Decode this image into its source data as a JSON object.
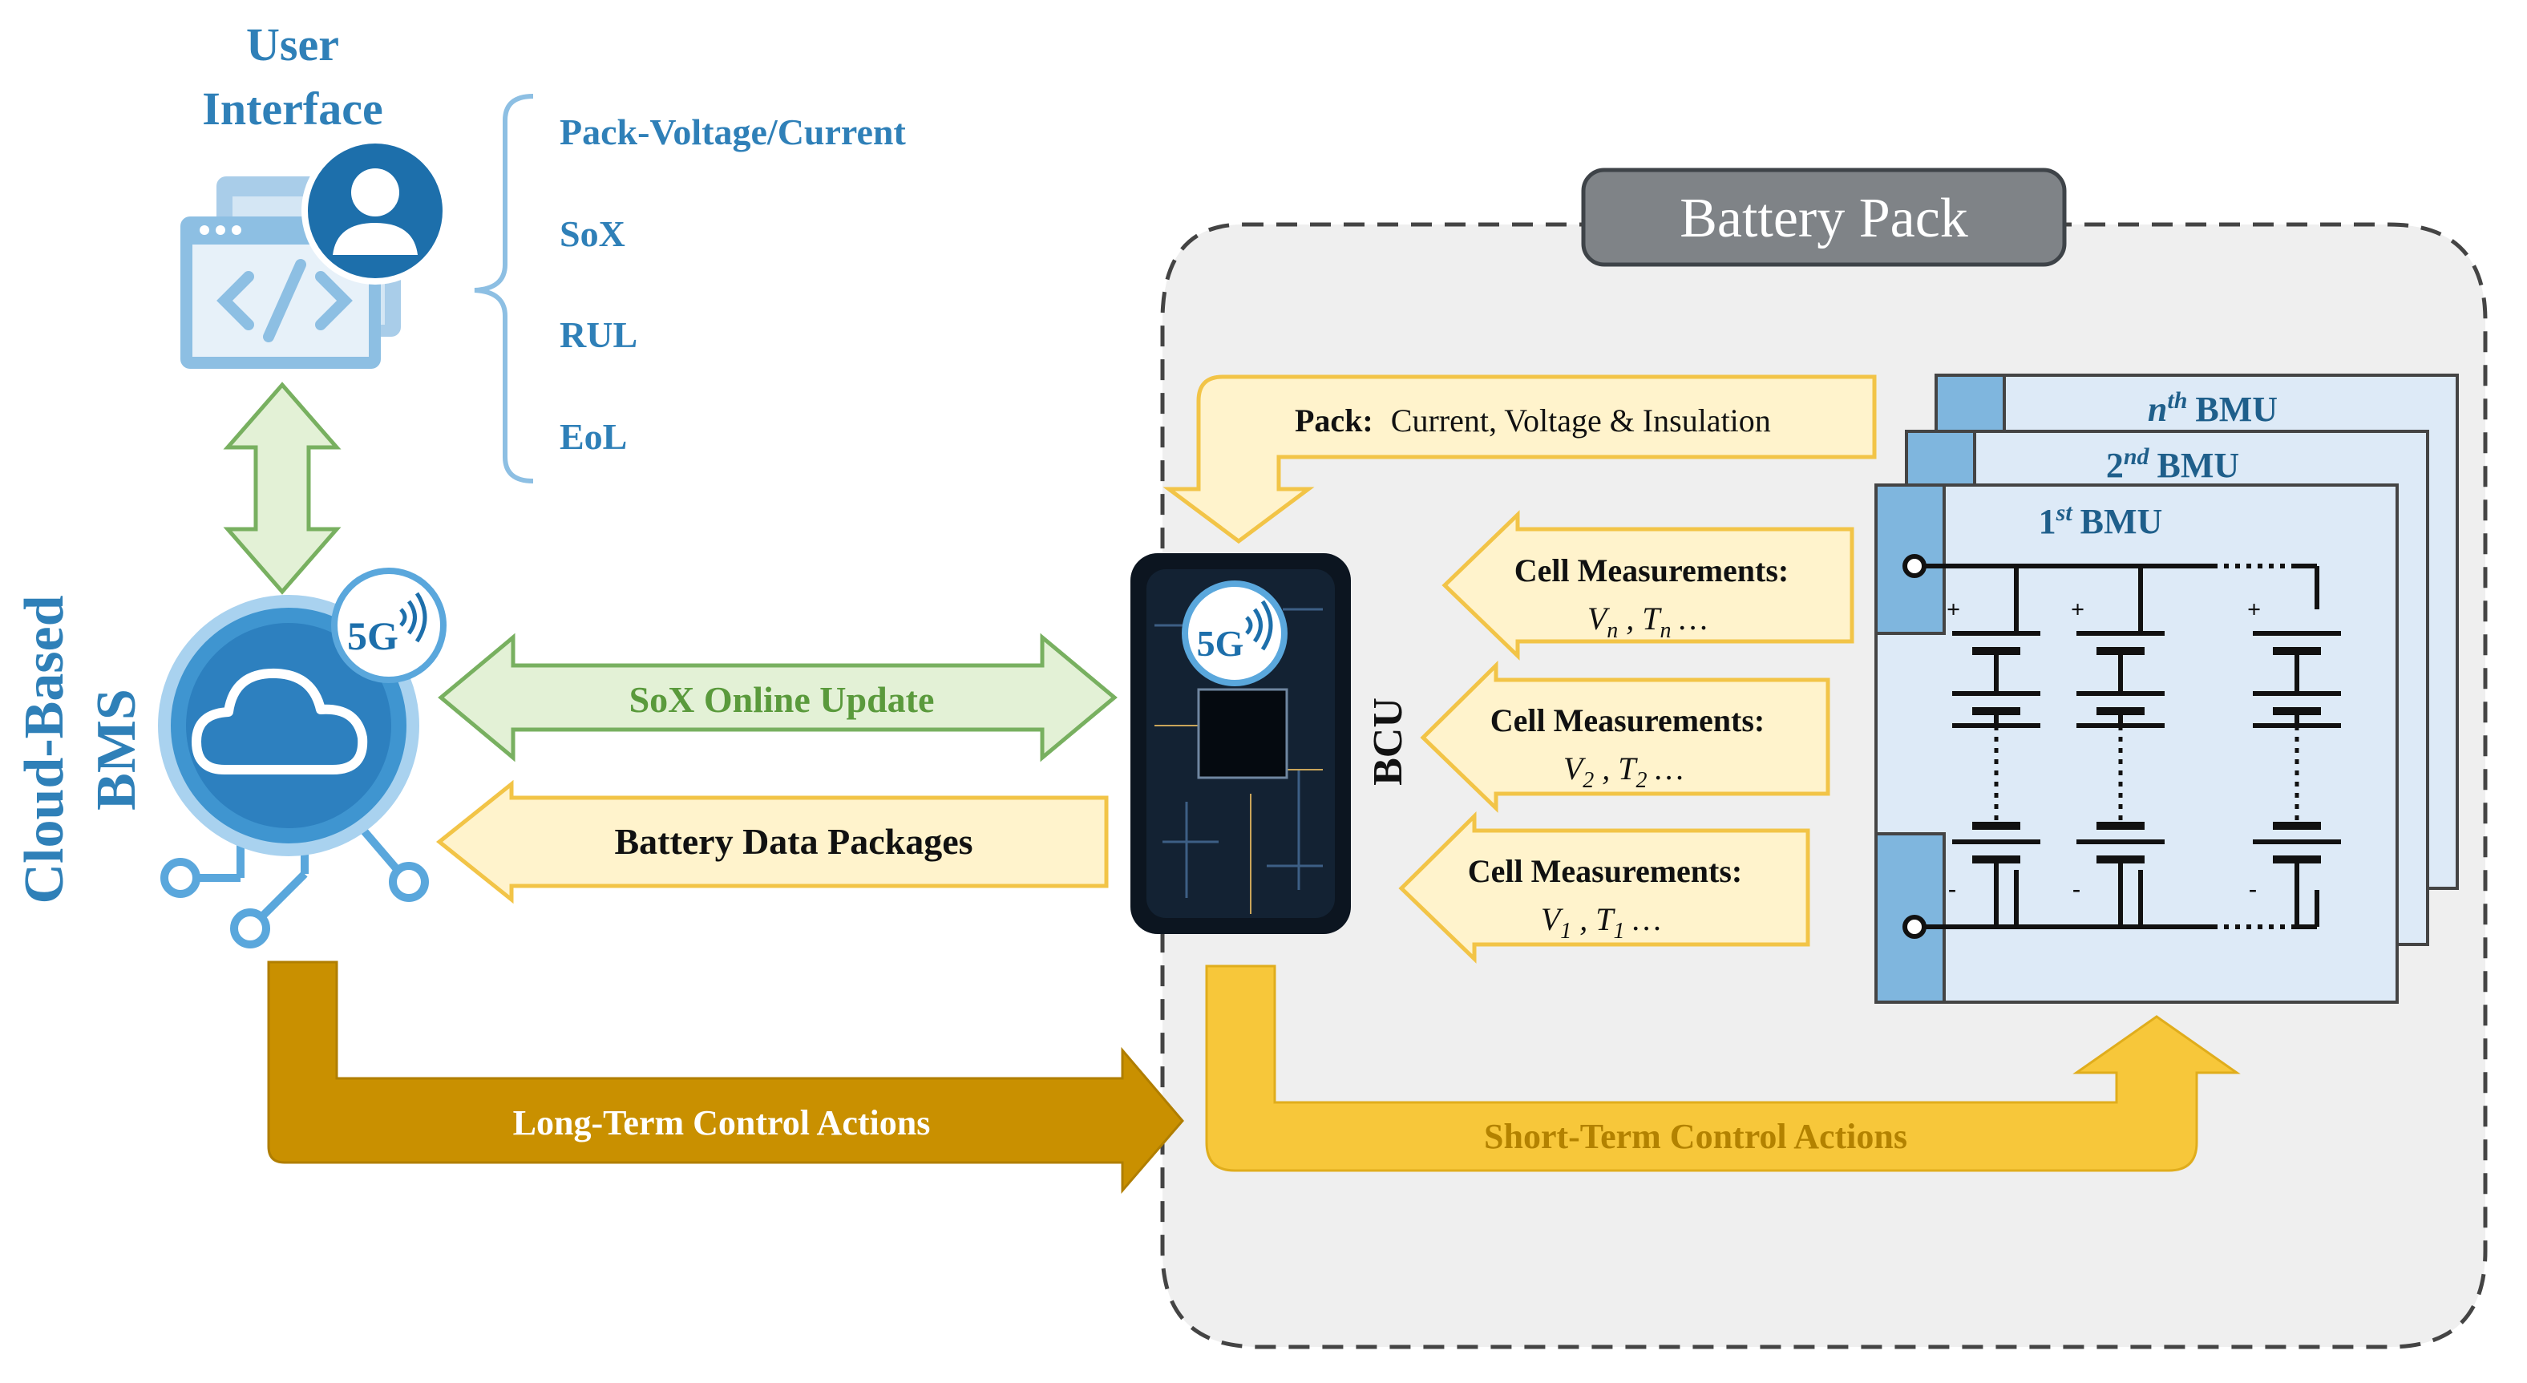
{
  "user_interface": {
    "title_line1": "User",
    "title_line2": "Interface",
    "outputs": [
      "Pack-Voltage/Current",
      "SoX",
      "RUL",
      "EoL"
    ]
  },
  "cloud_bms": {
    "label_line1": "Cloud-Based",
    "label_line2": "BMS",
    "badge": "5G"
  },
  "battery_pack": {
    "title": "Battery Pack",
    "bcu_label": "BCU",
    "bcu_badge": "5G",
    "pack_measure": {
      "bold": "Pack:",
      "rest": "Current, Voltage & Insulation"
    },
    "cell_measurements": [
      {
        "label": "Cell Measurements:",
        "v_sub": "n",
        "t_sub": "n"
      },
      {
        "label": "Cell Measurements:",
        "v_sub": "2",
        "t_sub": "2"
      },
      {
        "label": "Cell Measurements:",
        "v_sub": "1",
        "t_sub": "1"
      }
    ],
    "bmu_labels": [
      {
        "num": "n",
        "sup": "th",
        "name": "BMU"
      },
      {
        "num": "2",
        "sup": "nd",
        "name": "BMU"
      },
      {
        "num": "1",
        "sup": "st",
        "name": "BMU"
      }
    ],
    "plus_sign": "+",
    "minus_sign": "-"
  },
  "flows": {
    "sox_update": "SoX Online Update",
    "data_packages": "Battery Data Packages",
    "long_term": "Long-Term Control Actions",
    "short_term": "Short-Term Control Actions"
  },
  "colors": {
    "blue_text": "#2f80b8",
    "dark_blue": "#1f5f8b",
    "green_fill": "#e3f1d6",
    "green_stroke": "#78b060",
    "green_text": "#5a9a3c",
    "yellow_fill": "#fff3cc",
    "yellow_stroke": "#f2c447",
    "gold": "#c99000",
    "short_yellow": "#f7c73a",
    "bmu_fill": "#ddeaf7",
    "bmu_tab": "#7fb6de",
    "pack_bg": "#efefef"
  }
}
